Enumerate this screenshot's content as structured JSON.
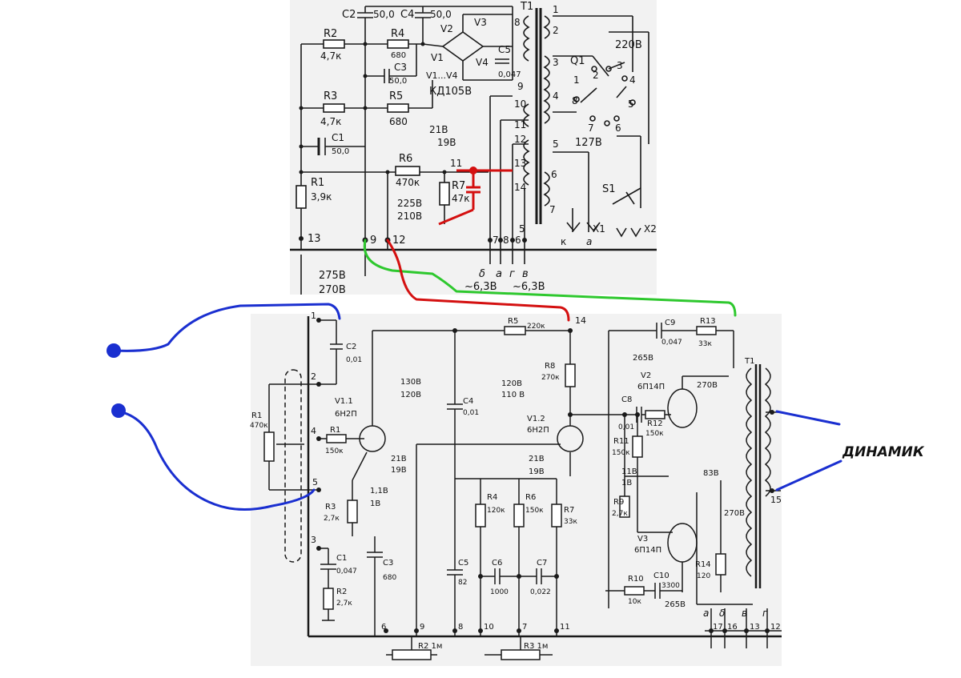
{
  "power_supply": {
    "c2": "C2",
    "c2_val": "50,0",
    "c4": "C4",
    "c4_val": "50,0",
    "r2": "R2",
    "r2_val": "4,7к",
    "r4": "R4",
    "r4_val": "680",
    "r3": "R3",
    "r3_val": "4,7к",
    "r5": "R5",
    "r5_val": "680",
    "c3": "C3",
    "c3_val": "50,0",
    "c1": "C1",
    "c1_val": "50,0",
    "r1": "R1",
    "r1_val": "3,9к",
    "r6": "R6",
    "r6_val": "470к",
    "r7": "R7",
    "r7_val": "47к",
    "v1": "V1",
    "v2": "V2",
    "v3": "V3",
    "v4": "V4",
    "diodes": "V1...V4",
    "diode_type": "КД105В",
    "c5": "C5",
    "c5_val": "0,047",
    "t1": "T1",
    "q1": "Q1",
    "s1": "S1",
    "v220": "220В",
    "v127": "127В",
    "v21": "21В",
    "v19": "19В",
    "v225": "225В",
    "v210": "210В",
    "v275": "275В",
    "v270": "270В",
    "x1": "X1",
    "x2": "X2",
    "k": "к",
    "a_letter": "а",
    "heater1": "~6,3В",
    "heater2": "~6,3В",
    "pin9": "9",
    "pin12": "12",
    "pin13": "13",
    "pin7": "7",
    "pin8": "8",
    "pin6": "6",
    "pin5": "5",
    "letters": [
      "δ",
      "a",
      "г",
      "в"
    ],
    "winding_nums": [
      "1",
      "2",
      "3",
      "4",
      "5",
      "6",
      "7",
      "8",
      "9",
      "10",
      "11",
      "12",
      "13",
      "14"
    ],
    "switch_nums": [
      "1",
      "2",
      "3",
      "4",
      "5",
      "6",
      "7",
      "8"
    ],
    "node11": "11"
  },
  "amplifier": {
    "c2": "C2",
    "c2_val": "0,01",
    "r1": "R1",
    "r1_val": "470к",
    "r1_grid": "R1",
    "r1_grid_val": "150к",
    "v11": "V1.1",
    "v11_type": "6Н2П",
    "v12": "V1.2",
    "v12_type": "6Н2П",
    "v130": "130В",
    "v120": "120В",
    "v21": "21В",
    "v19": "19В",
    "v11b": "1,1В",
    "v1b": "1В",
    "v120b": "120В",
    "v110b": "110 В",
    "v21b": "21В",
    "v19b": "19В",
    "r3": "R3",
    "r3_val": "2,7к",
    "c1": "C1",
    "c1_val": "0,047",
    "r2": "R2",
    "r2_val": "2,7к",
    "c3": "C3",
    "c3_val": "680",
    "c4": "C4",
    "c4_val": "0,01",
    "c5": "C5",
    "c5_val": "82",
    "r4": "R4",
    "r4_val": "120к",
    "r6": "R6",
    "r6_val": "150к",
    "r7": "R7",
    "r7_val": "33к",
    "c6": "C6",
    "c6_val": "1000",
    "c7": "C7",
    "c7_val": "0,022",
    "r5": "R5",
    "r5_val": "220к",
    "r8": "R8",
    "r8_val": "270к",
    "c8": "C8",
    "c8_val": "0,01",
    "r12": "R12",
    "r12_val": "150к",
    "r11": "R11",
    "r11_val": "150к",
    "v11_2": "11В",
    "v1_2": "1В",
    "r9": "R9",
    "r9_val": "2,7к",
    "c9": "C9",
    "c9_val": "0,047",
    "r13": "R13",
    "r13_val": "33к",
    "v265": "265В",
    "v270": "270В",
    "v2": "V2",
    "v2_type": "6П14П",
    "v3": "V3",
    "v3_type": "6П14П",
    "v83": "83В",
    "v270b": "270В",
    "r14": "R14",
    "r14_val": "120",
    "r10": "R10",
    "r10_val": "10к",
    "c10": "C10",
    "c10_val": "3300",
    "v265b": "265В",
    "t1": "T1",
    "r2pot": "R2 1м",
    "r3pot": "R3 1м",
    "pins": [
      "1",
      "2",
      "3",
      "4",
      "5",
      "6",
      "7",
      "8",
      "9",
      "10",
      "11",
      "12",
      "13",
      "14",
      "15",
      "16",
      "17"
    ],
    "out_letters": [
      "а",
      "δ",
      "в",
      "г"
    ],
    "speaker": "ДИНАМИК"
  },
  "colors": {
    "ink": "#1a1a1a",
    "paper": "#f4f4f4",
    "wire_blue": "#1a2fd0",
    "wire_red": "#d41010",
    "wire_green": "#2ec82e"
  }
}
